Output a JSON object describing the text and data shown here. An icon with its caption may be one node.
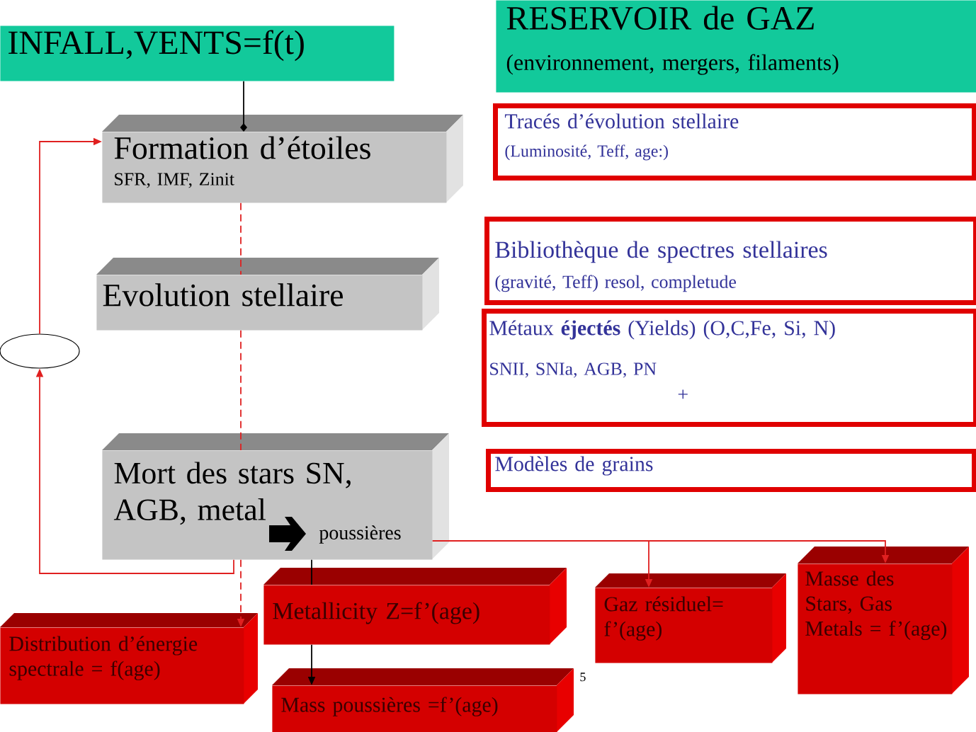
{
  "diagram": {
    "nodes": [
      {
        "text": [
          "INFALL,VENTS=f(t)"
        ]
      },
      {
        "text": [
          "RESERVOIR de GAZ",
          "(environnement, mergers, filaments)"
        ]
      },
      {
        "text": [
          "Tracés d’évolution stellaire",
          "(Luminosité, Teff, age:)"
        ]
      },
      {
        "text": [
          "Formation d’étoiles",
          "SFR, IMF, Zinit"
        ]
      },
      {
        "text": [
          "Bibliothèque de spectres stellaires",
          "(gravité, Teff) resol, completude"
        ]
      },
      {
        "text": [
          "Evolution stellaire"
        ]
      },
      {
        "text": [
          "Métaux **éjectés** (Yields) (O,C,Fe, Si, N)",
          "SNII, SNIa, AGB, PN",
          "+"
        ]
      },
      {
        "text": [],
        "shape": "ellipse"
      },
      {
        "text": [
          "Modèles de grains"
        ]
      },
      {
        "text": [
          "Mort des stars SN, AGB, metal",
          "poussières"
        ]
      },
      {
        "text": [
          "Distribution d’énergie spectrale = f(age)"
        ]
      },
      {
        "text": [
          "Metallicity Z=f’(age)"
        ]
      },
      {
        "text": [
          "Gaz résiduel= f’(age)"
        ]
      },
      {
        "text": [
          "Masse des Stars, Gas Metals = f’(age)"
        ]
      },
      {
        "text": [
          "Mass poussières =f’(age)"
        ]
      }
    ],
    "edges": [
      {
        "from": 0,
        "to": 3,
        "arrow": "other",
        "color": "#000000"
      },
      {
        "from": 3,
        "to": 5,
        "arrow": "none",
        "style": "dashed"
      },
      {
        "from": 5,
        "to": 9,
        "arrow": "none",
        "style": "dashed"
      },
      {
        "from": 9,
        "to": 10,
        "arrow": "to",
        "style": "dashed"
      },
      {
        "from": 9,
        "to": 7,
        "arrow": "to"
      },
      {
        "from": 7,
        "to": 3,
        "arrow": "to"
      },
      {
        "from": 9,
        "to": 11,
        "arrow": "none",
        "color": "#000000"
      },
      {
        "from": 11,
        "to": 14,
        "arrow": "to",
        "color": "#000000"
      },
      {
        "from": 9,
        "to": 12,
        "arrow": "to"
      },
      {
        "from": 9,
        "to": 13,
        "arrow": "to"
      }
    ],
    "labels": [
      "5"
    ]
  }
}
